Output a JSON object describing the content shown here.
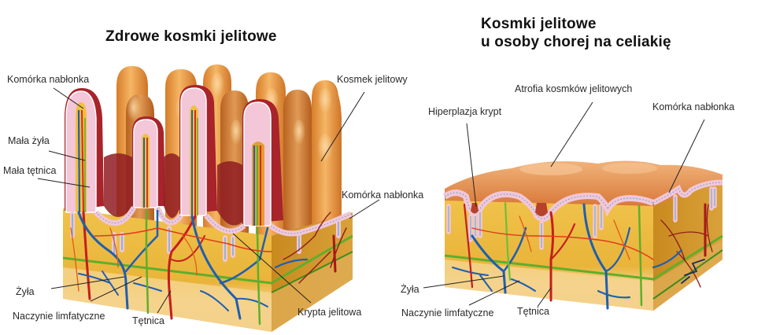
{
  "left_panel": {
    "title": "Zdrowe kosmki jelitowe",
    "labels": {
      "epithelial_cell_top": "Komórka nabłonka",
      "small_vein": "Mała żyła",
      "small_artery": "Mała tętnica",
      "villus": "Kosmek jelitowy",
      "epithelial_cell_right": "Komórka nabłonka",
      "vein": "Żyła",
      "lymphatic_vessel": "Naczynie limfatyczne",
      "artery": "Tętnica",
      "crypt": "Krypta jelitowa"
    }
  },
  "right_panel": {
    "title_line1": "Kosmki jelitowe",
    "title_line2": "u osoby chorej na celiakię",
    "labels": {
      "villous_atrophy": "Atrofia kosmków jelitowych",
      "crypt_hyperplasia": "Hiperplazja krypt",
      "epithelial_cell": "Komórka nabłonka",
      "vein": "Żyła",
      "lymphatic_vessel": "Naczynie limfatyczne",
      "artery": "Tętnica"
    }
  },
  "colors": {
    "villus_orange": "#e89a3c",
    "villus_highlight": "#f7c27a",
    "villus_dark": "#c96a1f",
    "cut_red": "#a8232a",
    "epithelium_pink": "#f2c2d6",
    "tissue_yellow": "#eebd3e",
    "tissue_side": "#c98e22",
    "submucosa": "#f6d48c",
    "vein_blue": "#1f5fb0",
    "artery_red": "#d42a1a",
    "lymph_green": "#5fae2c",
    "leader_line": "#222222"
  }
}
